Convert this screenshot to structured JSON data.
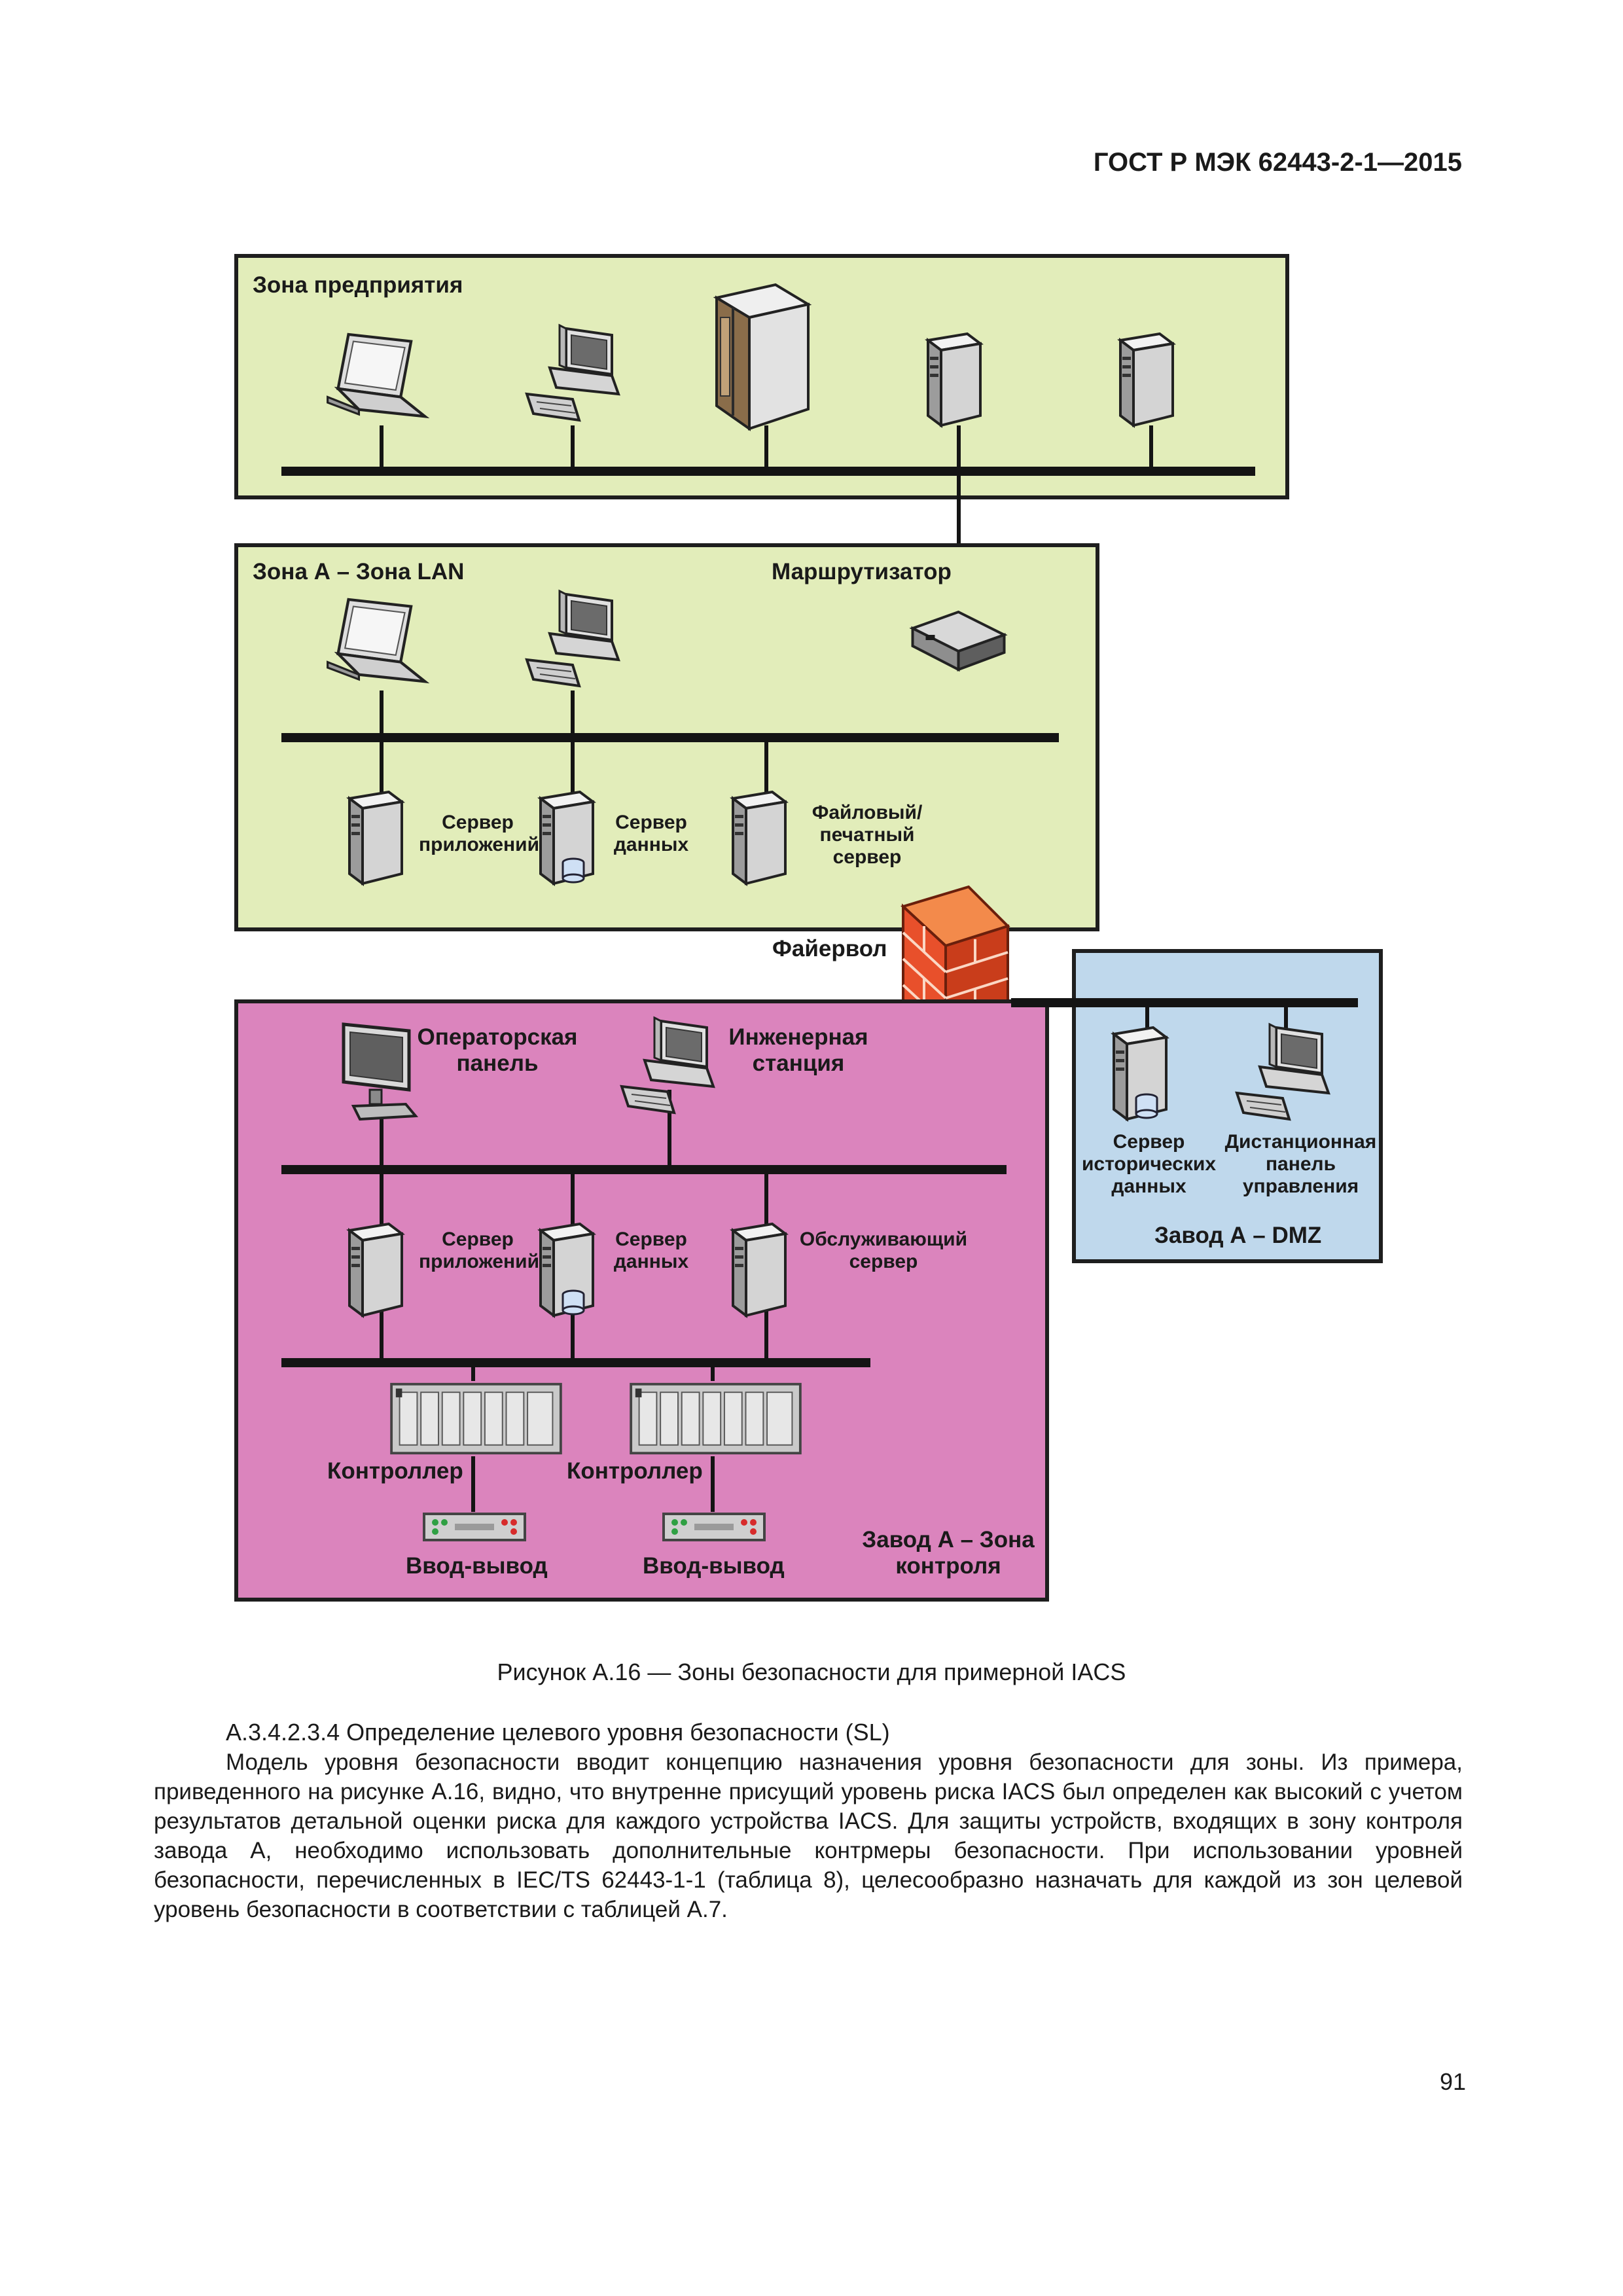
{
  "header": {
    "standard": "ГОСТ Р МЭК 62443-2-1—2015"
  },
  "figure": {
    "zones": {
      "enterprise": "Зона предприятия",
      "lan": "Зона А – Зона LAN",
      "control": "Завод А – Зона контроля",
      "dmz": "Завод А – DMZ"
    },
    "labels": {
      "router": "Маршрутизатор",
      "firewall": "Файервол",
      "lan_app_server": "Сервер приложений",
      "lan_data_server": "Сервер данных",
      "file_print_server": "Файловый/ печатный сервер",
      "operator_panel": "Операторская панель",
      "engineering_station": "Инженерная станция",
      "ctrl_app_server": "Сервер приложений",
      "ctrl_data_server": "Сервер данных",
      "service_server": "Обслуживающий сервер",
      "controller_1": "Контроллер",
      "controller_2": "Контроллер",
      "io_1": "Ввод-вывод",
      "io_2": "Ввод-вывод",
      "historian": "Сервер исторических данных",
      "remote_panel": "Дистанционная панель управления"
    },
    "colors": {
      "enterprise_zone": "#e2edba",
      "lan_zone": "#e2edba",
      "control_zone": "#db84bd",
      "dmz_zone": "#bfd8ec",
      "firewall": "#e8502b"
    },
    "caption": "Рисунок А.16 — Зоны безопасности для примерной IACS"
  },
  "text": {
    "heading": "А.3.4.2.3.4 Определение целевого уровня безопасности (SL)",
    "paragraph": "Модель уровня безопасности вводит концепцию назначения уровня безопасности для зоны. Из примера, приведенного на рисунке А.16, видно, что внутренне присущий уровень риска IACS был определен как высокий с учетом результатов детальной оценки риска для каждого устройства IACS. Для защиты устройств, входящих в зону контроля завода А, необходимо использовать дополнительные контрмеры безопасности. При использовании уровней безопасности, перечисленных в IEC/TS 62443-1-1 (таблица 8), целесообразно назначать для каждой из зон целевой уровень безопасности в соответствии с таблицей А.7."
  },
  "footer": {
    "page_number": "91"
  }
}
